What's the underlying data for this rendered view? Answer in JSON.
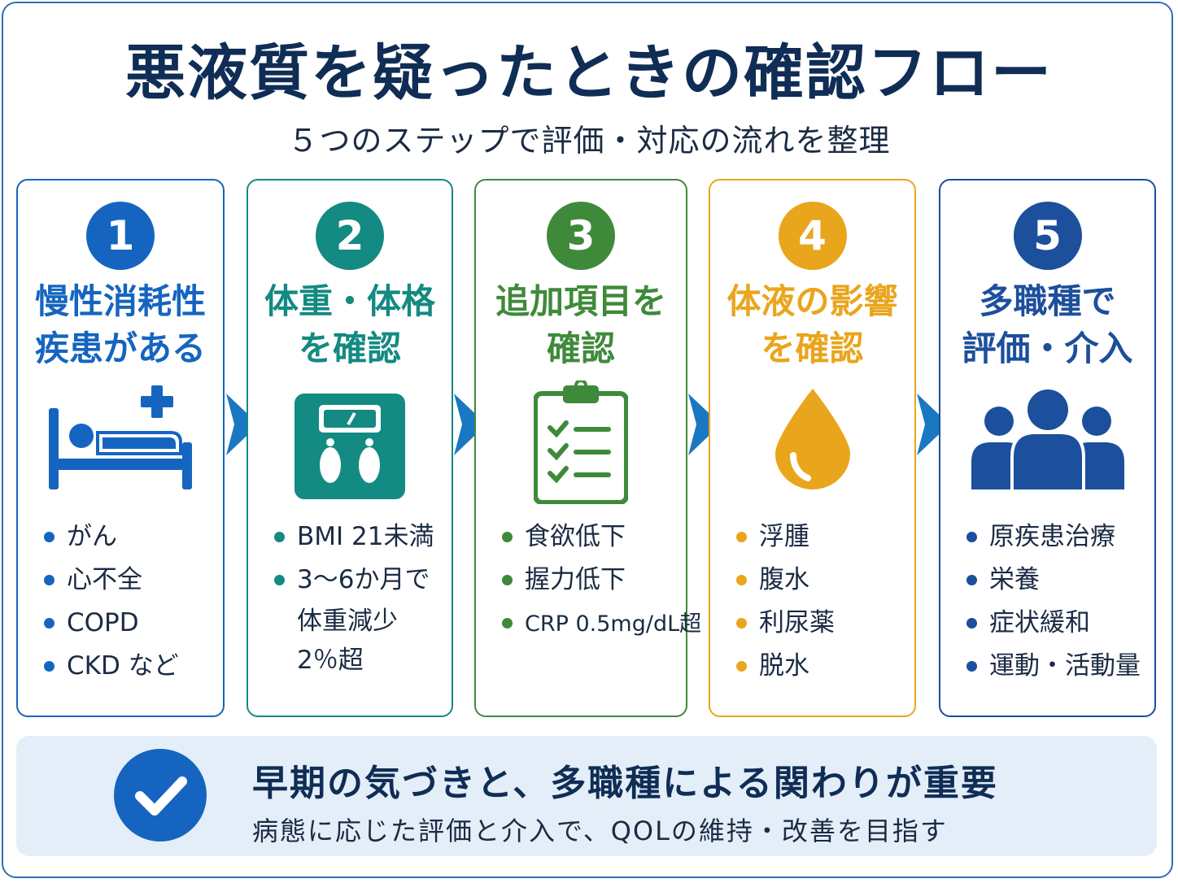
{
  "title": "悪液質を疑ったときの確認フロー",
  "subtitle": "５つのステップで評価・対応の流れを整理",
  "steps": [
    {
      "number": "1",
      "title_line1": "慢性消耗性",
      "title_line2": "疾患がある",
      "icon": "hospital-bed-icon",
      "color": "#1565c0",
      "items": [
        "がん",
        "心不全",
        "COPD",
        "CKD など"
      ]
    },
    {
      "number": "2",
      "title_line1": "体重・体格",
      "title_line2": "を確認",
      "icon": "weight-scale-icon",
      "color": "#138a82",
      "items": [
        "BMI 21未満",
        "3〜6か月で",
        "体重減少",
        "2％超"
      ]
    },
    {
      "number": "3",
      "title_line1": "追加項目を",
      "title_line2": "確認",
      "icon": "checklist-clipboard-icon",
      "color": "#3f8a3a",
      "items": [
        "食欲低下",
        "握力低下",
        "CRP 0.5mg/dL超"
      ]
    },
    {
      "number": "4",
      "title_line1": "体液の影響",
      "title_line2": "を確認",
      "icon": "water-drop-icon",
      "color": "#e9a51c",
      "items": [
        "浮腫",
        "腹水",
        "利尿薬",
        "脱水"
      ]
    },
    {
      "number": "5",
      "title_line1": "多職種で",
      "title_line2": "評価・介入",
      "icon": "team-people-icon",
      "color": "#1c4f9c",
      "items": [
        "原疾患治療",
        "栄養",
        "症状緩和",
        "運動・活動量"
      ]
    }
  ],
  "footer": {
    "icon": "checkmark-icon",
    "main": "早期の気づきと、多職種による関わりが重要",
    "sub": "病態に応じた評価と介入で、QOLの維持・改善を目指す"
  }
}
